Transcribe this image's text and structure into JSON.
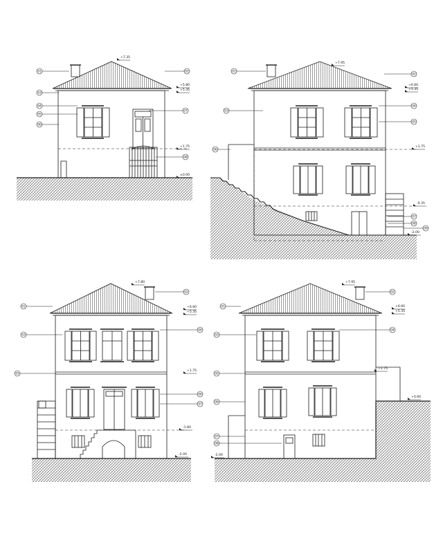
{
  "drawing": {
    "title": "",
    "ink_color": "#1a1a1a",
    "background_color": "#ffffff",
    "ground_hatch_color": "#555555"
  },
  "elevations": [
    {
      "id": "front",
      "levels": [
        "+7.35",
        "+5.80",
        "+5.35",
        "+1.75",
        "±0.00"
      ],
      "callouts": [
        "01",
        "02",
        "03",
        "04",
        "05",
        "06",
        "07",
        "08"
      ]
    },
    {
      "id": "side-right",
      "levels": [
        "+7.95",
        "+6.60",
        "+5.35",
        "+1.75",
        "-0.35",
        "-2.00"
      ],
      "callouts": [
        "01",
        "02",
        "03",
        "04",
        "05",
        "06",
        "07",
        "08",
        "09"
      ]
    },
    {
      "id": "rear",
      "levels": [
        "+7.80",
        "+6.60",
        "+5.35",
        "+1.75",
        "-1.80",
        "-2.00"
      ],
      "callouts": [
        "01",
        "02",
        "03",
        "04",
        "05",
        "06",
        "07"
      ]
    },
    {
      "id": "side-left",
      "levels": [
        "+7.95",
        "+6.60",
        "+5.35",
        "+1.75",
        "+0.60",
        "-2.00"
      ],
      "callouts": [
        "01",
        "02",
        "03",
        "04",
        "05",
        "06",
        "07",
        "08"
      ]
    }
  ]
}
